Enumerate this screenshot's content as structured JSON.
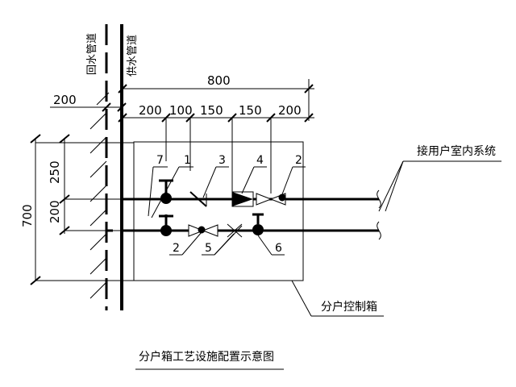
{
  "pipes": {
    "return_label": "回水管道",
    "supply_label": "供水管道"
  },
  "dimensions": {
    "total": "800",
    "left_offset": "200",
    "segments": [
      "200",
      "100",
      "150",
      "150",
      "200"
    ],
    "height_total": "700",
    "height_a": "250",
    "height_b": "200"
  },
  "callouts": [
    "7",
    "1",
    "3",
    "4",
    "2",
    "2",
    "5",
    "6"
  ],
  "labels": {
    "indoor_system": "接用户室内系统",
    "control_box": "分户控制箱"
  },
  "caption": "分户箱工艺设施配置示意图"
}
